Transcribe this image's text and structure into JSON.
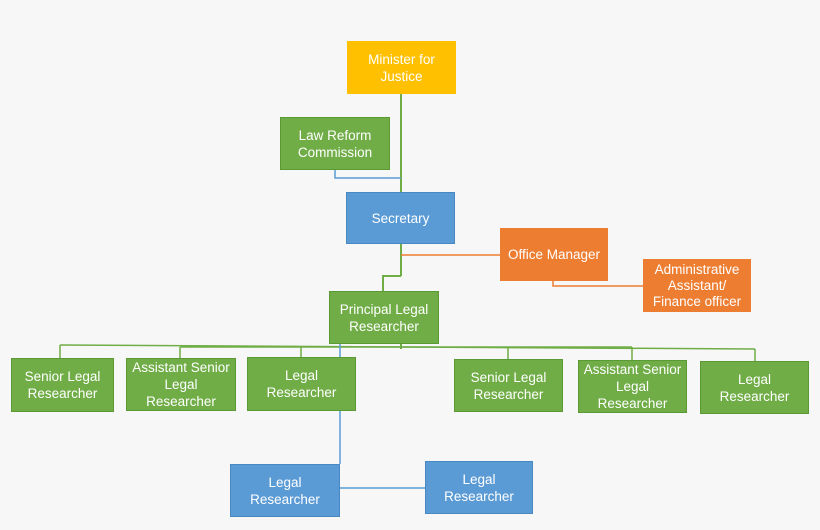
{
  "colors": {
    "minister": "#ffc000",
    "green": "#70ad47",
    "blue": "#5b9bd5",
    "orange": "#ed7d31",
    "line_green": "#70ad47",
    "line_blue": "#5b9bd5",
    "line_orange": "#ed7d31"
  },
  "nodes": {
    "minister": "Minister for\nJustice",
    "law_reform": "Law Reform\nCommission",
    "secretary": "Secretary",
    "office_manager": "Office Manager",
    "admin_assistant": "Administrative\nAssistant/\nFinance officer",
    "principal": "Principal Legal\nResearcher",
    "senior_left": "Senior Legal\nResearcher",
    "assistant_senior_left": "Assistant Senior\nLegal Researcher",
    "legal_left": "Legal Researcher",
    "senior_right": "Senior Legal\nResearcher",
    "assistant_senior_right": "Assistant Senior\nLegal Researcher",
    "legal_right": "Legal Researcher",
    "legal_bottom_1": "Legal Researcher",
    "legal_bottom_2": "Legal Researcher"
  }
}
